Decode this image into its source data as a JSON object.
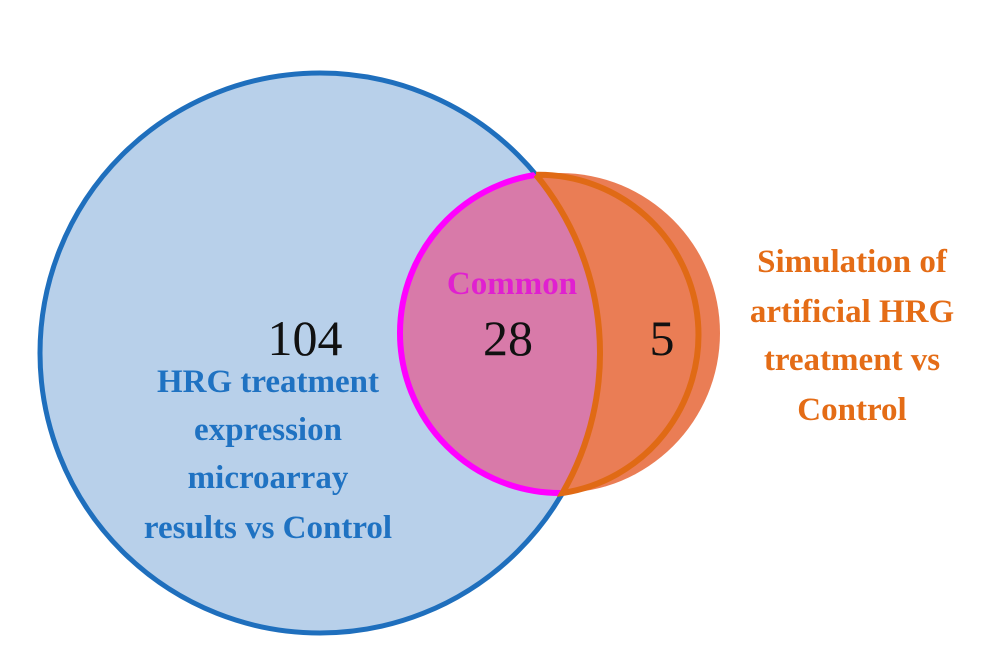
{
  "diagram": {
    "sets": [
      {
        "id": "microarray",
        "label_lines": [
          "HRG treatment",
          "expression",
          "microarray",
          "results vs Control"
        ],
        "only_count": "104",
        "fill_color": "#b8d0ea",
        "stroke_color": "#1f6fbd",
        "label_color": "#1f72c2"
      },
      {
        "id": "simulation",
        "label_lines": [
          "Simulation of",
          "artificial HRG",
          "treatment vs",
          "Control"
        ],
        "only_count": "5",
        "fill_color": "#ea7d55",
        "stroke_color": "#e06a15",
        "label_color": "#e46c16"
      }
    ],
    "intersection": {
      "label": "Common",
      "count": "28",
      "fill_color": "#d87aa9",
      "stroke_color": "#ff00ff",
      "label_color": "#e020d0"
    }
  }
}
